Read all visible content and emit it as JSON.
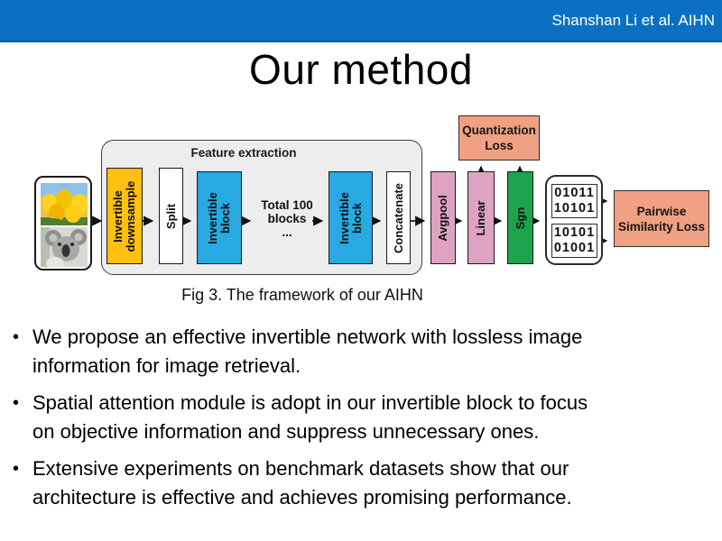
{
  "header": {
    "credit_text": "Shanshan Li et al. AIHN"
  },
  "title": "Our method",
  "figure": {
    "caption": "Fig 3. The framework of our AIHN",
    "panel_label": "Feature extraction",
    "note": {
      "line1": "Total 100 blocks",
      "line2": "..."
    },
    "input_images": {
      "top": "tulips-photo",
      "bottom": "koala-photo"
    },
    "blocks": {
      "invertible_downsample": {
        "line1": "Invertible",
        "line2": "downsample"
      },
      "split": {
        "line1": "Split"
      },
      "invertible_block_1": {
        "line1": "Invertible",
        "line2": "block"
      },
      "invertible_block_2": {
        "line1": "Invertible",
        "line2": "block"
      },
      "concatenate": {
        "line1": "Concatenate"
      },
      "avgpool": {
        "line1": "Avgpool"
      },
      "linear": {
        "line1": "Linear"
      },
      "sgn": {
        "line1": "Sgn"
      }
    },
    "hash_codes": {
      "top": {
        "line1": "01011",
        "line2": "10101"
      },
      "bottom": {
        "line1": "10101",
        "line2": "01001"
      }
    },
    "losses": {
      "quantization": {
        "line1": "Quantization",
        "line2": "Loss"
      },
      "pairwise": {
        "line1": "Pairwise",
        "line2": "Similarity Loss"
      }
    }
  },
  "bullets": [
    {
      "lines": [
        "We propose an effective invertible network with lossless image",
        "information for image retrieval."
      ]
    },
    {
      "lines": [
        "Spatial attention module is adopt in our invertible block to focus",
        "on objective information and suppress unnecessary ones."
      ]
    },
    {
      "lines": [
        "Extensive experiments on benchmark datasets show that our",
        "architecture is effective and achieves promising performance."
      ]
    }
  ],
  "colors": {
    "header_blue": "#0c70c2",
    "gold": "#ffc010",
    "cyan": "#29a9e2",
    "pink": "#dfa3c2",
    "green": "#1fa24c",
    "salmon": "#f0a183",
    "panel_gray": "#ededed"
  }
}
